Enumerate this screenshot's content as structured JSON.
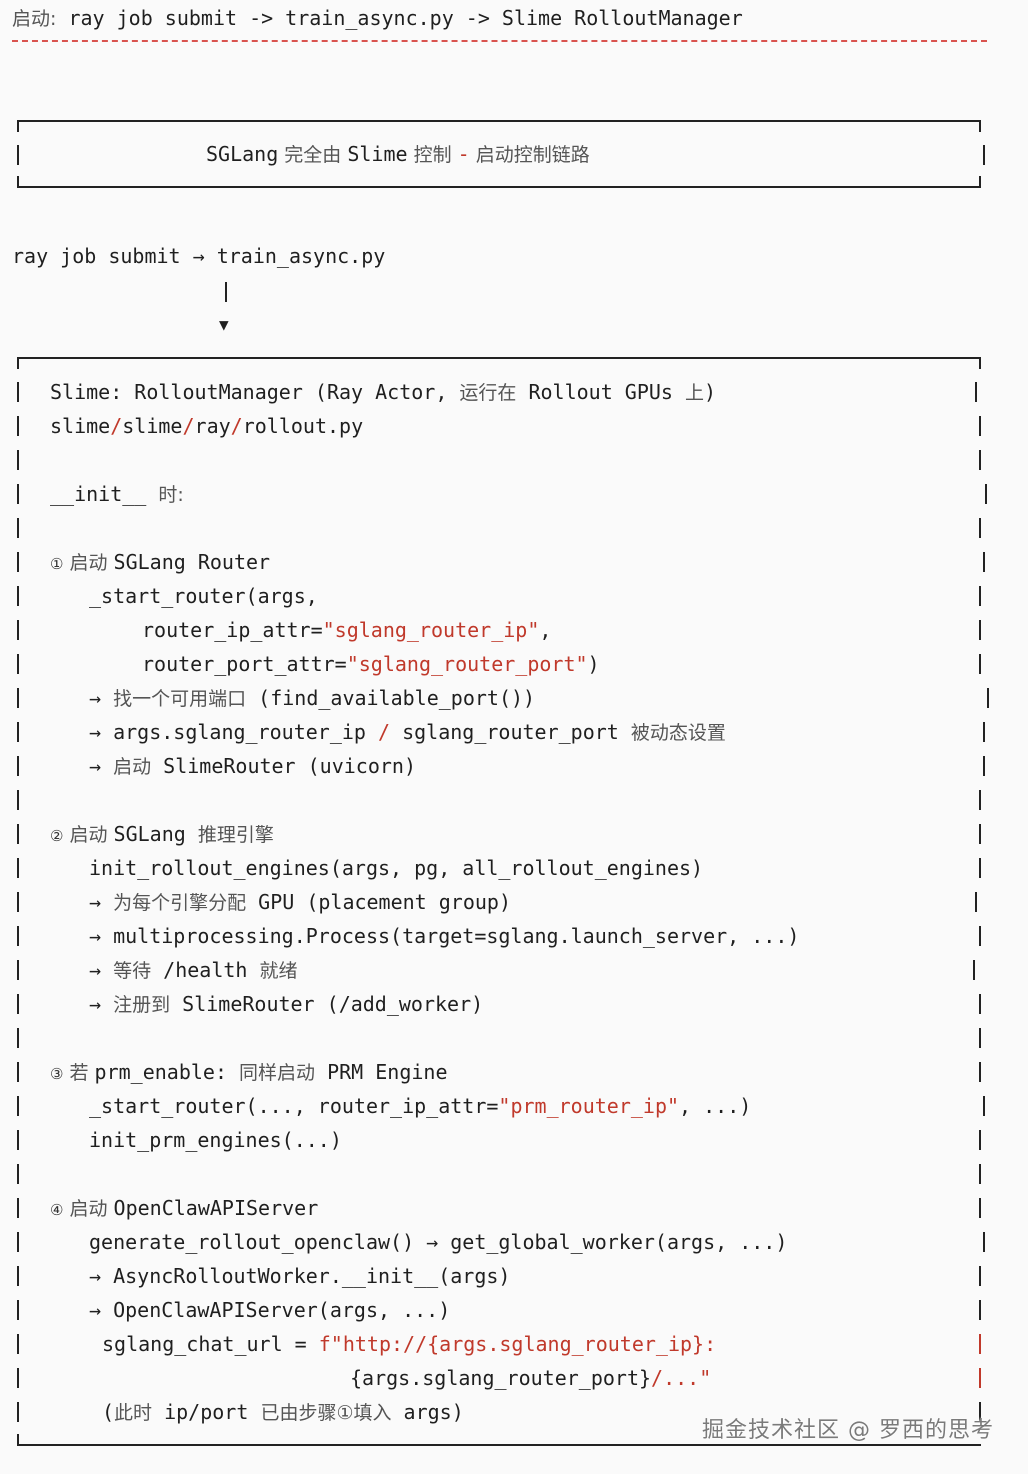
{
  "header": {
    "prefix": "启动:",
    "chain": " ray job submit -> train_async.py -> Slime RolloutManager"
  },
  "title_box": {
    "p1": "SGLang",
    "p2": " 完全由 ",
    "p3": "Slime",
    "p4": " 控制 ",
    "p5": "-",
    "p6": " 启动控制链路"
  },
  "flow": {
    "submit_line": "ray job submit → train_async.py",
    "arrow": "▼"
  },
  "main_box": {
    "l1a": "Slime: RolloutManager (Ray Actor, ",
    "l1b": "运行在",
    "l1c": " Rollout GPUs ",
    "l1d": "上",
    "l1e": ")",
    "l2a": "slime",
    "l2b": "/",
    "l2c": "slime",
    "l2d": "/",
    "l2e": "ray",
    "l2f": "/",
    "l2g": "rollout.py",
    "init_a": "__init__ ",
    "init_b": "时:",
    "s1_num": "①",
    "s1_a": " 启动 ",
    "s1_b": "SGLang Router",
    "s1_l1": "_start_router(args,",
    "s1_l2a": "router_ip_attr=",
    "s1_l2b": "\"sglang_router_ip\"",
    "s1_l2c": ",",
    "s1_l3a": "router_port_attr=",
    "s1_l3b": "\"sglang_router_port\"",
    "s1_l3c": ")",
    "s1_l4a": "→ ",
    "s1_l4b": "找一个可用端口",
    "s1_l4c": " (find_available_port())",
    "s1_l5a": "→ args.sglang_router_ip ",
    "s1_l5b": "/",
    "s1_l5c": " sglang_router_port ",
    "s1_l5d": "被动态设置",
    "s1_l6a": "→ ",
    "s1_l6b": "启动",
    "s1_l6c": " SlimeRouter (uvicorn)",
    "s2_num": "②",
    "s2_a": " 启动 ",
    "s2_b": "SGLang ",
    "s2_c": "推理引擎",
    "s2_l1": "init_rollout_engines(args, pg, all_rollout_engines)",
    "s2_l2a": "→ ",
    "s2_l2b": "为每个引擎分配",
    "s2_l2c": " GPU (placement group)",
    "s2_l3": "→ multiprocessing.Process(target=sglang.launch_server, ...)",
    "s2_l4a": "→ ",
    "s2_l4b": "等待",
    "s2_l4c": " /health ",
    "s2_l4d": "就绪",
    "s2_l5a": "→ ",
    "s2_l5b": "注册到",
    "s2_l5c": " SlimeRouter (",
    "s2_l5d": "/add_worker)",
    "s3_num": "③",
    "s3_a": " 若 ",
    "s3_b": "prm_enable: ",
    "s3_c": "同样启动",
    "s3_d": " PRM Engine",
    "s3_l1a": "_start_router(..., router_ip_attr=",
    "s3_l1b": "\"prm_router_ip\"",
    "s3_l1c": ", ...)",
    "s3_l2": "init_prm_engines(...)",
    "s4_num": "④",
    "s4_a": " 启动 ",
    "s4_b": "OpenClawAPIServer",
    "s4_l1": "generate_rollout_openclaw() → get_global_worker(args, ...)",
    "s4_l2": "→ AsyncRolloutWorker.__init__(args)",
    "s4_l3": "→ OpenClawAPIServer(args, ...)",
    "s4_l4a": "sglang_chat_url = ",
    "s4_l4b": "f\"http://{args.sglang_router_ip}:",
    "s4_l5a": "{args.sglang_router_port}",
    "s4_l5b": "/...\"",
    "s4_l6a": "(",
    "s4_l6b": "此时",
    "s4_l6c": " ip/port ",
    "s4_l6d": "已由步骤①填入",
    "s4_l6e": " args)"
  },
  "watermark": "掘金技术社区 @ 罗西的思考"
}
